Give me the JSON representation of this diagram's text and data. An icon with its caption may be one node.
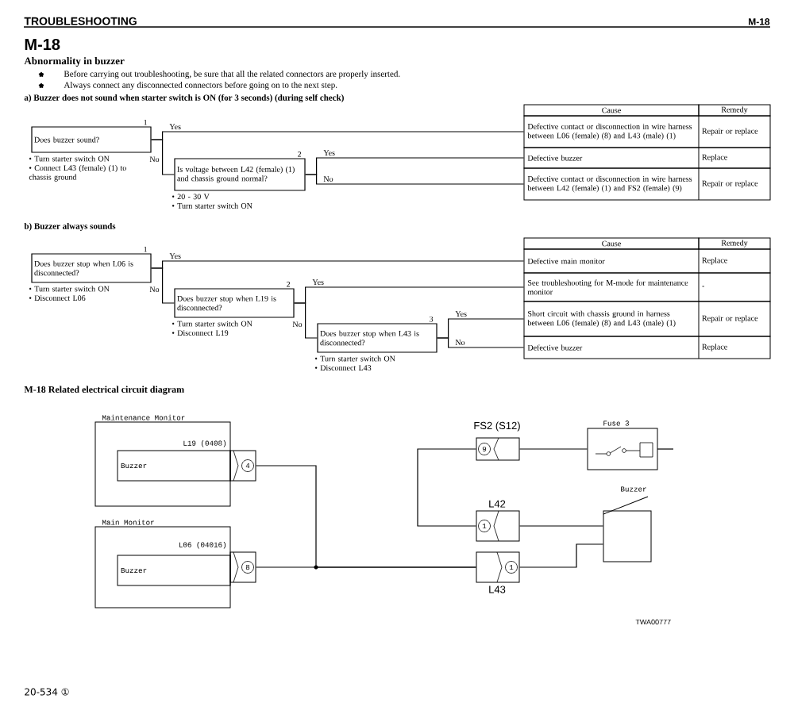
{
  "diagram": {
    "nodes": [
      {
        "text": [
          "Does buzzer sound?"
        ],
        "beside": [
          "1",
          "• Turn starter switch ON",
          "• Connect L43 (female) (1) to chassis ground"
        ]
      },
      {
        "text": [
          "Is voltage between L42 (female) (1) and chassis ground normal?"
        ],
        "beside": [
          "2",
          "• 20 - 30 V",
          "• Turn starter switch ON"
        ]
      },
      {
        "text": [
          "Defective contact or disconnection in wire harness between L06 (female) (8) and L43 (male) (1)",
          "Repair or replace"
        ]
      },
      {
        "text": [
          "Defective buzzer",
          "Replace"
        ]
      },
      {
        "text": [
          "Defective contact or disconnection in wire harness between L42 (female) (1) and FS2 (female) (9)",
          "Repair or replace"
        ]
      },
      {
        "text": [
          "Does buzzer stop when L06 is disconnected?"
        ],
        "beside": [
          "1",
          "• Turn starter switch ON",
          "• Disconnect L06"
        ]
      },
      {
        "text": [
          "Does buzzer stop when L19 is disconnected?"
        ],
        "beside": [
          "2",
          "• Turn starter switch ON",
          "• Disconnect L19"
        ]
      },
      {
        "text": [
          "Does buzzer stop when L43 is disconnected?"
        ],
        "beside": [
          "3",
          "• Turn starter switch ON",
          "• Disconnect L43"
        ]
      },
      {
        "text": [
          "Defective main monitor",
          "Replace"
        ]
      },
      {
        "text": [
          "See troubleshooting for M-mode for maintenance monitor",
          "-"
        ]
      },
      {
        "text": [
          "Short circuit with chassis ground in harness between L06 (female) (8) and L43 (male) (1)",
          "Repair or replace"
        ]
      },
      {
        "text": [
          "Defective buzzer",
          "Replace"
        ]
      },
      {
        "text": [
          "Maintenance Monitor"
        ]
      },
      {
        "text": [
          "Buzzer"
        ],
        "in": 12
      },
      {
        "text": [
          "4"
        ],
        "beside": [
          "L19 (0408)"
        ]
      },
      {
        "text": [
          "Main Monitor"
        ]
      },
      {
        "text": [
          "Buzzer"
        ],
        "in": 15
      },
      {
        "text": [
          "8"
        ],
        "beside": [
          "L06 (04016)"
        ]
      },
      {
        "text": [
          "9"
        ],
        "beside": [
          "FS2 (S12)"
        ]
      },
      {
        "text": [
          "Fuse 3"
        ]
      },
      {
        "text": [
          "1"
        ],
        "beside": [
          "L42"
        ]
      },
      {
        "text": [
          "1"
        ],
        "beside": [
          "L43"
        ]
      },
      {
        "text": [
          "Buzzer"
        ]
      }
    ],
    "edges": [
      {
        "from": 0,
        "to": 2,
        "arrow": "none",
        "label": "Yes"
      },
      {
        "from": 0,
        "to": 1,
        "arrow": "none",
        "label": "No"
      },
      {
        "from": 1,
        "to": 3,
        "arrow": "none",
        "label": "Yes"
      },
      {
        "from": 1,
        "to": 4,
        "arrow": "none",
        "label": "No"
      },
      {
        "from": 5,
        "to": 8,
        "arrow": "none",
        "label": "Yes"
      },
      {
        "from": 5,
        "to": 6,
        "arrow": "none",
        "label": "No"
      },
      {
        "from": 6,
        "to": 9,
        "arrow": "none",
        "label": "Yes"
      },
      {
        "from": 6,
        "to": 7,
        "arrow": "none",
        "label": "No"
      },
      {
        "from": 7,
        "to": 10,
        "arrow": "none",
        "label": "Yes"
      },
      {
        "from": 7,
        "to": 11,
        "arrow": "none",
        "label": "No"
      },
      {
        "from": 14,
        "to": 21,
        "arrow": "none"
      },
      {
        "from": 17,
        "to": 21,
        "arrow": "none"
      },
      {
        "from": 18,
        "to": 20,
        "arrow": "none"
      },
      {
        "from": 18,
        "to": 19,
        "arrow": "none"
      },
      {
        "from": 20,
        "to": 22,
        "arrow": "none"
      },
      {
        "from": 21,
        "to": 22,
        "arrow": "none"
      }
    ],
    "labels": [
      "TROUBLESHOOTING",
      "M-18",
      "M-18",
      "Abnormality in buzzer",
      "Before carrying out troubleshooting, be sure that all the related connectors are properly inserted.",
      "Always connect any disconnected connectors before going on to the next step.",
      "a) Buzzer does not sound when starter switch is ON (for 3 seconds) (during self check)",
      "Cause",
      "Remedy",
      "b) Buzzer always sounds",
      "Cause",
      "Remedy",
      "M-18 Related electrical circuit diagram",
      "TWA00777",
      "20-534 ①"
    ]
  }
}
